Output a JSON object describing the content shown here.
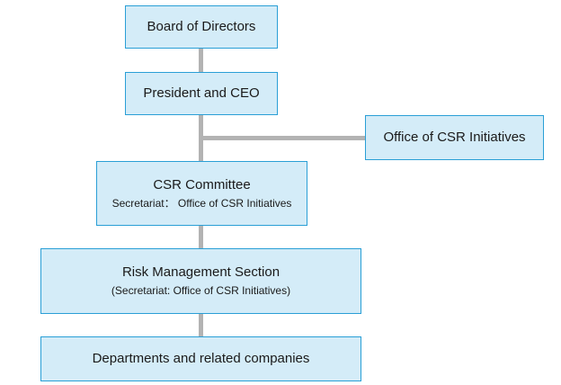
{
  "diagram": {
    "colors": {
      "box_fill": "#d4ecf8",
      "box_border": "#2a9fd6",
      "connector": "#b3b3b3"
    },
    "nodes": {
      "board": {
        "label": "Board of Directors"
      },
      "ceo": {
        "label": "President and CEO"
      },
      "office": {
        "label": "Office of CSR Initiatives"
      },
      "csr_committee": {
        "label": "CSR Committee",
        "sublabel": "Secretariat： Office of CSR Initiatives"
      },
      "risk": {
        "label": "Risk Management Section",
        "sublabel": "(Secretariat: Office of CSR Initiatives)"
      },
      "departments": {
        "label": "Departments and related companies"
      }
    }
  }
}
